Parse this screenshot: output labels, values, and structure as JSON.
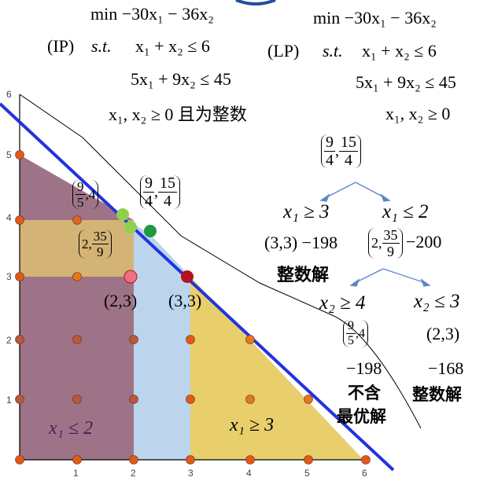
{
  "colors": {
    "accent_line": "#2233dd",
    "region_lp": "#bcd5ec",
    "region_left": "#9b6a7e",
    "region_band": "#e5c970",
    "region_right": "#e8cf6c",
    "grid_dot": "#b55a3a",
    "pt_lp_opt": "#1f9a3f",
    "pt_green_light": "#8dd14c",
    "pt_23": "#ef6f85",
    "pt_33": "#b3121e",
    "tree_arrow": "#5b86c9"
  },
  "ip": {
    "label": "(IP)",
    "obj": "min −30x₁ − 36x₂",
    "st": "s.t.",
    "c1": "x₁ +  x₂ ≤ 6",
    "c2": "5x₁ + 9x₂ ≤ 45",
    "c3": "x₁, x₂ ≥ 0 且为整数"
  },
  "lp": {
    "label": "(LP)",
    "obj": "min −30x₁ − 36x₂",
    "st": "s.t.",
    "c1": "x₁ +  x₂ ≤ 6",
    "c2": "5x₁ + 9x₂ ≤ 45",
    "c3": "x₁, x₂ ≥ 0"
  },
  "graph": {
    "x_ticks": [
      "1",
      "2",
      "3",
      "4",
      "5",
      "6"
    ],
    "y_ticks": [
      "1",
      "2",
      "3",
      "4",
      "5",
      "6"
    ],
    "label_pt_23": "(2,3)",
    "label_pt_33": "(3,3)",
    "label_lp_opt_num1": "9",
    "label_lp_opt_den1": "4",
    "label_lp_opt_num2": "15",
    "label_lp_opt_den2": "4",
    "label_b1_num": "9",
    "label_b1_den": "5",
    "label_b1_y": ",4",
    "label_b2_x": "2,",
    "label_b2_num": "35",
    "label_b2_den": "9",
    "region_left_label": "x₁ ≤ 2",
    "region_right_label": "x₁ ≥ 3"
  },
  "tree": {
    "root_num1": "9",
    "root_den1": "4",
    "root_num2": "15",
    "root_den2": "4",
    "left_branch": "x₁ ≥ 3",
    "left_point": "(3,3)",
    "left_value": "−198",
    "left_status": "整数解",
    "right_branch": "x₁ ≤ 2",
    "right_point_x": "2,",
    "right_point_num": "35",
    "right_point_den": "9",
    "right_value": "−200",
    "ll_branch": "x₂ ≥ 4",
    "ll_point_num": "9",
    "ll_point_den": "5",
    "ll_point_y": ",4",
    "ll_value": "−198",
    "ll_status_1": "不含",
    "ll_status_2": "最优解",
    "lr_branch": "x₂ ≤ 3",
    "lr_point": "(2,3)",
    "lr_value": "−168",
    "lr_status": "整数解"
  }
}
